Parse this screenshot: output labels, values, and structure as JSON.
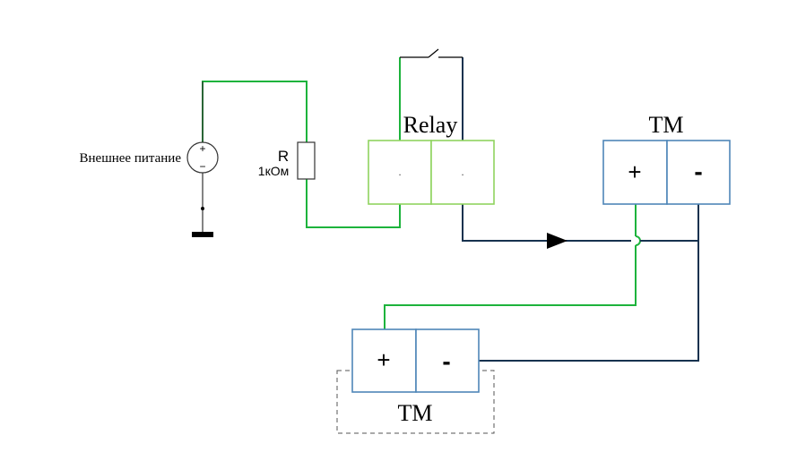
{
  "power_source": {
    "label": "Внешнее питание",
    "plus": "+",
    "minus": "−"
  },
  "resistor": {
    "name": "R",
    "value": "1кОм"
  },
  "relay": {
    "title": "Relay",
    "terminal_1": ".",
    "terminal_2": "."
  },
  "tm_top": {
    "title": "TM",
    "plus": "+",
    "minus": "-"
  },
  "tm_bottom": {
    "title": "TM",
    "plus": "+",
    "minus": "-"
  },
  "colors": {
    "green_wire": "#1db33c",
    "dark_wire": "#17324f",
    "relay_border": "#8fd45f",
    "tm_border": "#4f86b8",
    "black": "#000000"
  }
}
